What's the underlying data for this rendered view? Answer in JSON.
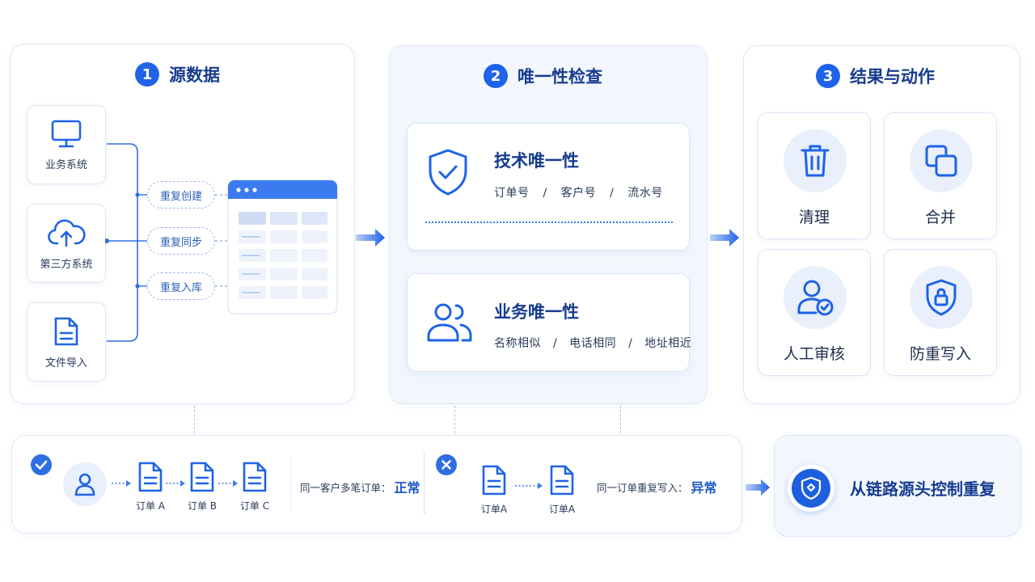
{
  "steps": [
    {
      "num": "1",
      "title": "源数据"
    },
    {
      "num": "2",
      "title": "唯一性检查"
    },
    {
      "num": "3",
      "title": "结果与动作"
    }
  ],
  "sources": [
    {
      "label": "业务系统",
      "icon": "monitor-icon"
    },
    {
      "label": "第三方系统",
      "icon": "cloud-upload-icon"
    },
    {
      "label": "文件导入",
      "icon": "file-icon"
    }
  ],
  "duplicate_tags": [
    "重复创建",
    "重复同步",
    "重复入库"
  ],
  "checks": {
    "technical": {
      "title": "技术唯一性",
      "items": [
        "订单号",
        "客户号",
        "流水号"
      ],
      "icon": "shield-check-icon"
    },
    "business": {
      "title": "业务唯一性",
      "items": [
        "名称相似",
        "电话相同",
        "地址相近"
      ],
      "icon": "users-icon"
    },
    "separator": "/"
  },
  "actions": [
    {
      "label": "清理",
      "icon": "trash-icon"
    },
    {
      "label": "合并",
      "icon": "merge-icon"
    },
    {
      "label": "人工审核",
      "icon": "user-check-icon"
    },
    {
      "label": "防重写入",
      "icon": "shield-lock-icon"
    }
  ],
  "examples": {
    "normal": {
      "status_icon": "check-circle-icon",
      "docs": [
        "订单 A",
        "订单 B",
        "订单 C"
      ],
      "note": "同一客户多笔订单：",
      "result": "正常"
    },
    "abnormal": {
      "status_icon": "x-circle-icon",
      "docs": [
        "订单A",
        "订单A"
      ],
      "note": "同一订单重复写入：",
      "result": "异常"
    }
  },
  "conclusion": {
    "text": "从链路源头控制重复",
    "icon": "shield-badge-icon"
  },
  "colors": {
    "primary": "#1e63e8",
    "title": "#173c8f",
    "light": "#e9f0fb",
    "border": "#dde7f5"
  }
}
